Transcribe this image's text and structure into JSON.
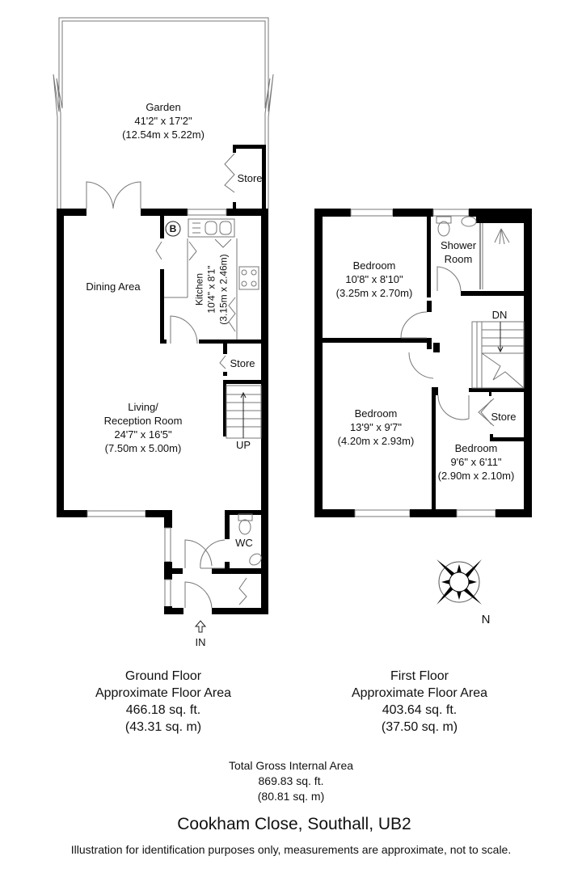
{
  "ground_floor": {
    "rooms": {
      "garden": {
        "name": "Garden",
        "dim_imperial": "41'2\" x 17'2\"",
        "dim_metric": "(12.54m x 5.22m)"
      },
      "garden_store": {
        "name": "Store"
      },
      "boiler": {
        "symbol": "B"
      },
      "dining": {
        "name": "Dining Area"
      },
      "kitchen": {
        "name": "Kitchen",
        "dim_imperial": "10'4\" x 8'1\"",
        "dim_metric": "(3.15m x 2.46m)"
      },
      "store": {
        "name": "Store"
      },
      "living": {
        "name_line1": "Living/",
        "name_line2": "Reception Room",
        "dim_imperial": "24'7\" x 16'5\"",
        "dim_metric": "(7.50m x 5.00m)"
      },
      "stairs": {
        "label": "UP"
      },
      "wc": {
        "name": "WC"
      },
      "entrance": {
        "label": "IN"
      }
    },
    "summary": {
      "title": "Ground Floor",
      "subtitle": "Approximate Floor Area",
      "sqft": "466.18 sq. ft.",
      "sqm": "(43.31 sq. m)"
    }
  },
  "first_floor": {
    "rooms": {
      "bedroom1": {
        "name": "Bedroom",
        "dim_imperial": "10'8\" x 8'10\"",
        "dim_metric": "(3.25m x 2.70m)"
      },
      "shower": {
        "name_line1": "Shower",
        "name_line2": "Room"
      },
      "stairs": {
        "label": "DN"
      },
      "bedroom2": {
        "name": "Bedroom",
        "dim_imperial": "13'9\" x 9'7\"",
        "dim_metric": "(4.20m x 2.93m)"
      },
      "store": {
        "name": "Store"
      },
      "bedroom3": {
        "name": "Bedroom",
        "dim_imperial": "9'6\" x 6'11\"",
        "dim_metric": "(2.90m x 2.10m)"
      }
    },
    "summary": {
      "title": "First Floor",
      "subtitle": "Approximate Floor Area",
      "sqft": "403.64 sq. ft.",
      "sqm": "(37.50 sq. m)"
    }
  },
  "compass": {
    "north_label": "N"
  },
  "total": {
    "title": "Total Gross Internal Area",
    "sqft": "869.83 sq. ft.",
    "sqm": "(80.81 sq. m)"
  },
  "address": "Cookham Close, Southall, UB2",
  "disclaimer": "Illustration for identification purposes only, measurements are approximate, not to scale.",
  "colors": {
    "wall": "#000000",
    "line": "#777777",
    "background": "#ffffff"
  }
}
